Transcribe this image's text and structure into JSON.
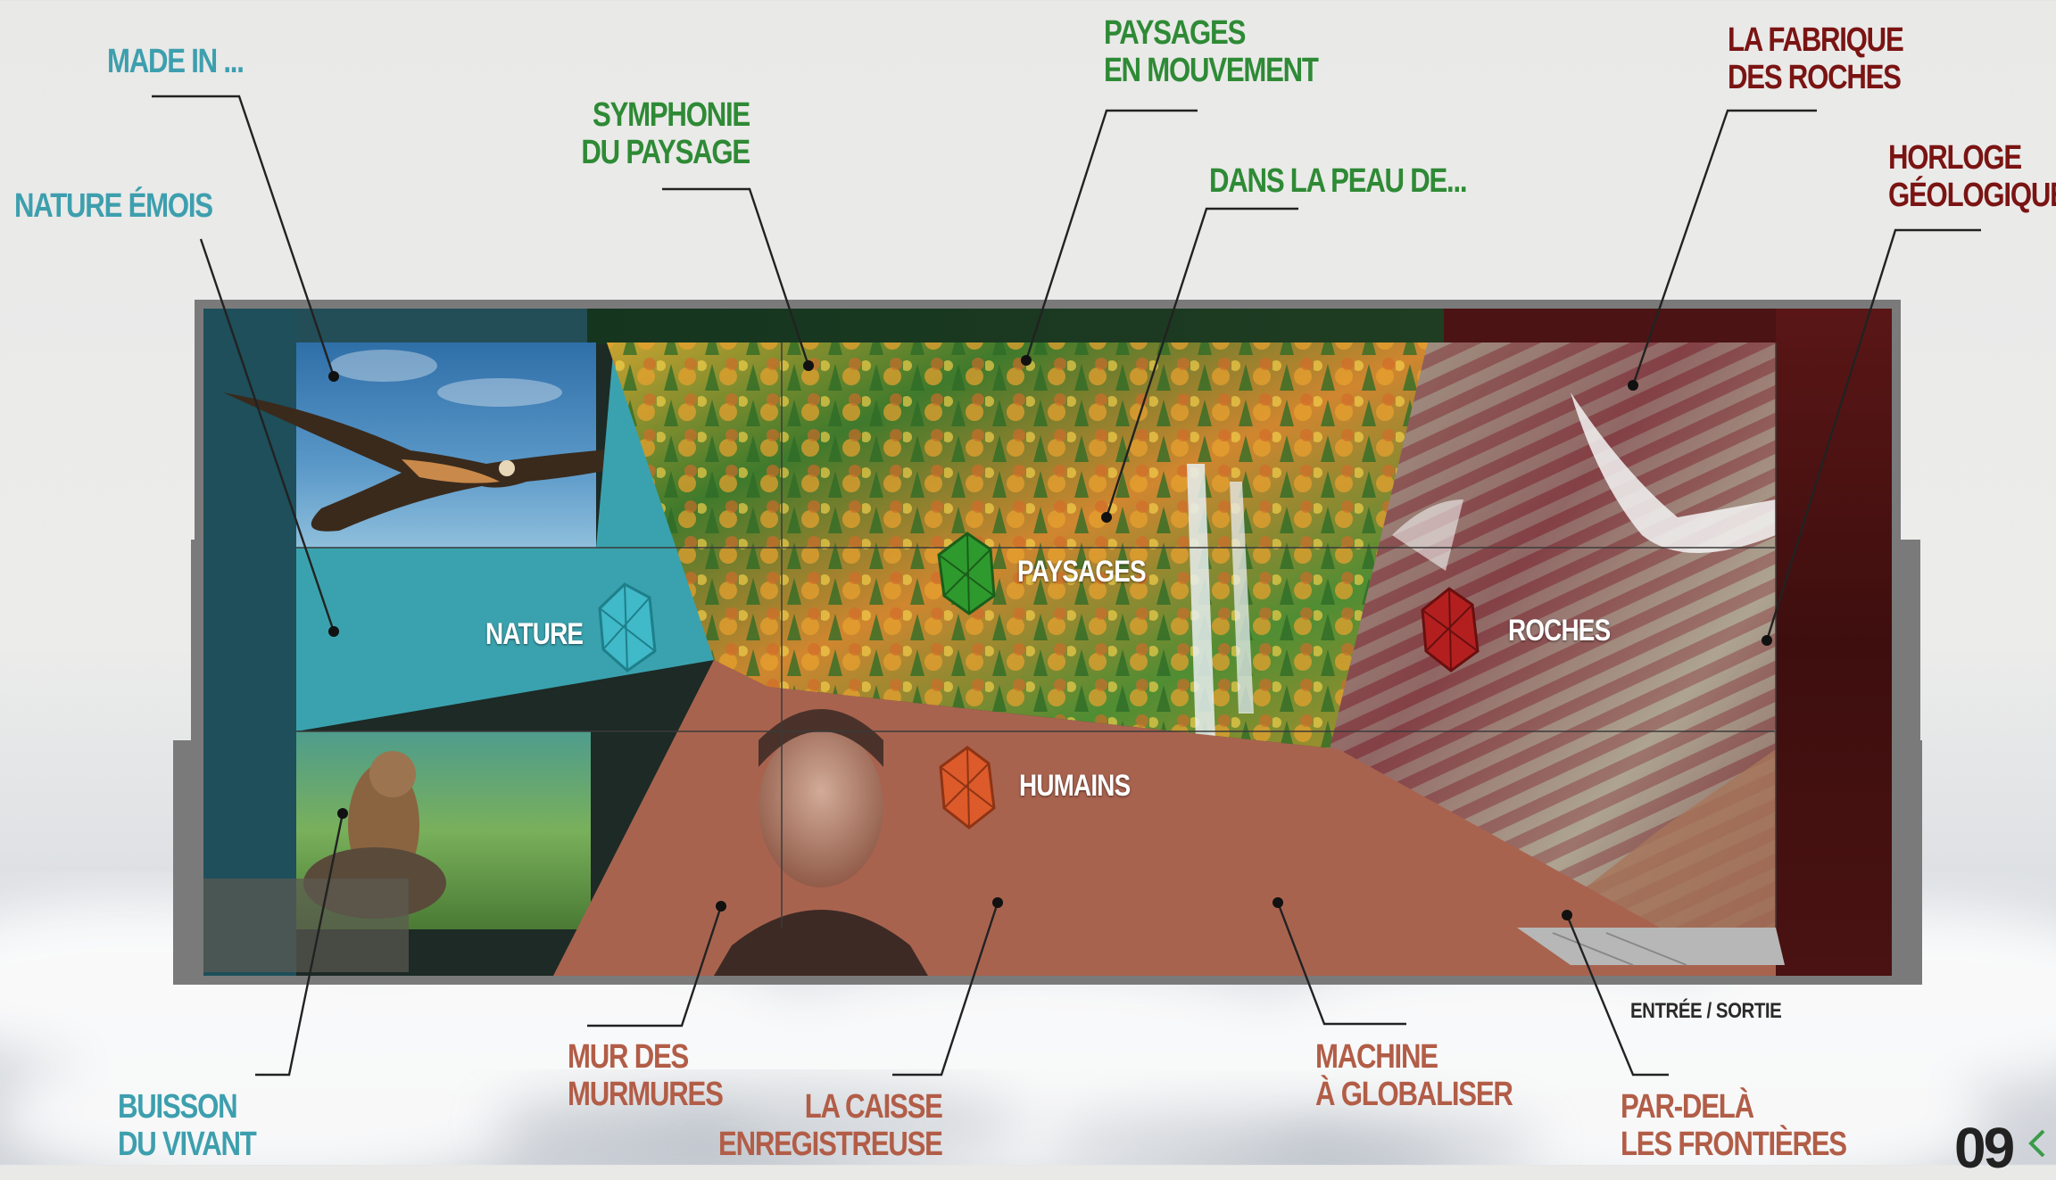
{
  "labels": {
    "made_in": "MADE IN ...",
    "nature_emois": "NATURE ÉMOIS",
    "symphonie": "SYMPHONIE\nDU PAYSAGE",
    "paysages_mouvement": "PAYSAGES\nEN MOUVEMENT",
    "dans_la_peau": "DANS LA PEAU DE...",
    "fabrique_roches": "LA FABRIQUE\nDES ROCHES",
    "horloge": "HORLOGE\nGÉOLOGIQUE",
    "buisson": "BUISSON\nDU VIVANT",
    "mur_murmures": "MUR DES\nMURMURES",
    "caisse": "LA CAISSE\nENREGISTREUSE",
    "machine": "MACHINE\nÀ GLOBALISER",
    "par_dela": "PAR-DELÀ\nLES FRONTIÈRES"
  },
  "zones": {
    "nature": "NATURE",
    "paysages": "PAYSAGES",
    "roches": "ROCHES",
    "humains": "HUMAINS"
  },
  "entree_sortie": "ENTRÉE / SORTIE",
  "page_number": "09",
  "colors": {
    "teal": "#3d9fae",
    "green": "#2e8a35",
    "darkred": "#7a1413",
    "rust": "#b25d47",
    "humains_floor": "#a8634f",
    "nature_floor": "#3aa2ae"
  }
}
